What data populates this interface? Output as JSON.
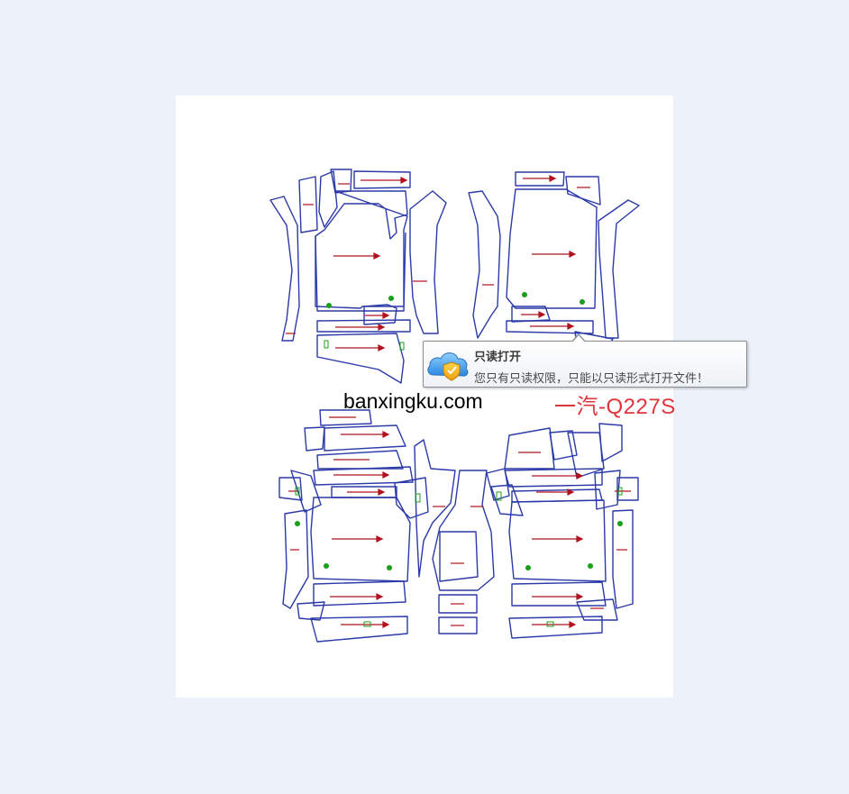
{
  "document": {
    "model_label": "一汽-Q227S",
    "watermark": "banxingku.com"
  },
  "tooltip": {
    "title": "只读打开",
    "message": "您只有只读权限，只能以只读形式打开文件！",
    "icon": "cloud-shield-icon"
  },
  "colors": {
    "background": "#edf2fa",
    "page": "#ffffff",
    "outline": "#2b3aa8",
    "arrow": "#b0121e",
    "marker": "#1aa01a",
    "model_label": "#e0353c"
  }
}
